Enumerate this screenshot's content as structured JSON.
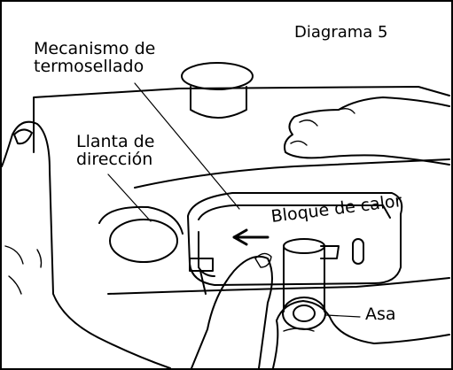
{
  "diagram": {
    "title": "Diagrama 5",
    "labels": {
      "mechanism": "Mecanismo de\ntermosellado",
      "wheel": "Llanta de\ndirección",
      "heat_block": "Bloque de calor",
      "handle": "Asa"
    },
    "icons": [
      "arrow-left-icon"
    ],
    "colors": {
      "line": "#000000",
      "background": "#ffffff"
    }
  }
}
